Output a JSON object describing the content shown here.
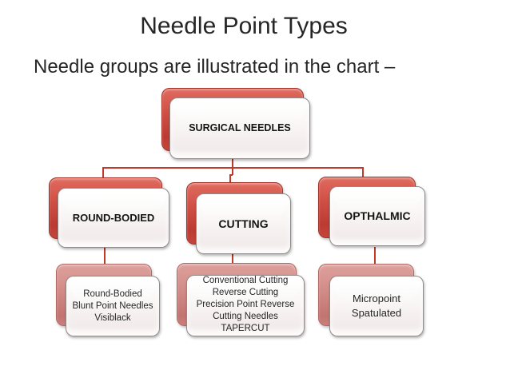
{
  "slide": {
    "title": "Needle Point Types",
    "subtitle": "Needle groups are illustrated in the chart –"
  },
  "colors": {
    "title_text": "#262626",
    "node_red": "#d15046",
    "node_rose": "#d28b87",
    "node_face": "#f6f1f0",
    "connector": "#c0392b"
  },
  "diagram": {
    "type": "hierarchy",
    "root": {
      "label": "SURGICAL NEEDLES"
    },
    "branches": [
      {
        "label": "ROUND-BODIED",
        "leaf": "Round-Bodied\nBlunt Point Needles\nVisiblack"
      },
      {
        "label": "CUTTING",
        "leaf": "Conventional Cutting\nReverse Cutting\nPrecision Point Reverse\nCutting Needles\nTAPERCUT"
      },
      {
        "label": "OPTHALMIC",
        "leaf": "Micropoint\nSpatulated"
      }
    ]
  }
}
